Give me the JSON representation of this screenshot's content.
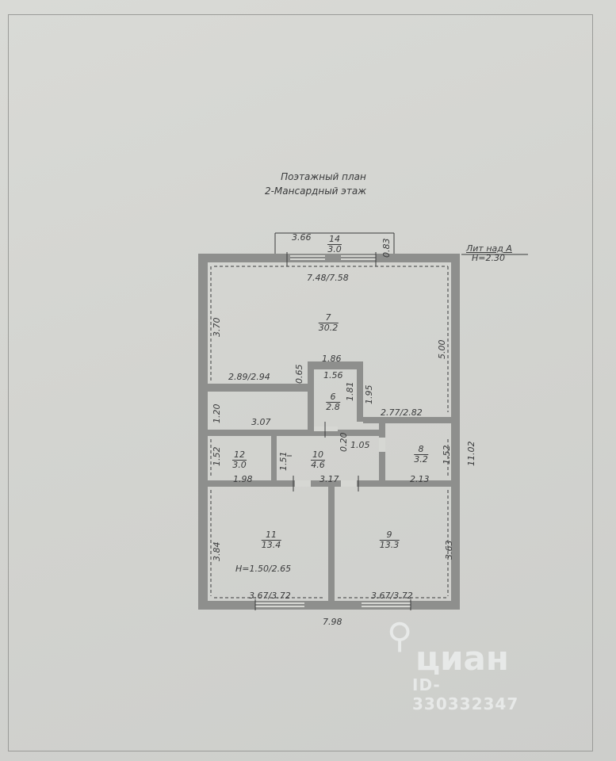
{
  "title": {
    "line1": "Поэтажный план",
    "line2": "2-Мансардный этаж"
  },
  "building": {
    "liter": "Лит над А",
    "height": "H=2.30",
    "overall_length": "7.98",
    "overall_width": "11.02"
  },
  "rooms": [
    {
      "id": "r14",
      "number": "14",
      "area": "3.0"
    },
    {
      "id": "r7",
      "number": "7",
      "area": "30.2"
    },
    {
      "id": "r6",
      "number": "6",
      "area": "2.8"
    },
    {
      "id": "r12",
      "number": "12",
      "area": "3.0"
    },
    {
      "id": "r10",
      "number": "10",
      "area": "4.6"
    },
    {
      "id": "r8",
      "number": "8",
      "area": "3.2"
    },
    {
      "id": "r11",
      "number": "11",
      "area": "13.4"
    },
    {
      "id": "r9",
      "number": "9",
      "area": "13.3"
    }
  ],
  "room11_height": "H=1.50/2.65",
  "dimensions": {
    "balcony_length": "3.66",
    "balcony_depth": "0.83",
    "room7_length": "7.48/7.58",
    "room7_left": "3.70",
    "room7_right": "5.00",
    "room7_lower_left": "2.89/2.94",
    "room6_top": "1.86",
    "room6_inner_top": "1.56",
    "room6_left": "0.65",
    "room6_height": "1.81",
    "room6_right": "1.95",
    "hall_height": "1.20",
    "hall_length": "3.07",
    "hall_right_length": "2.77/2.82",
    "room12_height": "1.52",
    "room12_length": "1.98",
    "room10_left": "1.51",
    "room10_top": "0.20",
    "room10_top_right": "1.05",
    "room10_length": "3.17",
    "room8_height": "1.52",
    "room8_length": "2.13",
    "room11_height_dim": "3.84",
    "room11_length": "3.67/3.72",
    "room9_height_dim": "3.63",
    "room9_length": "3.67/3.72"
  },
  "watermark": {
    "brand": "циан",
    "listing_id": "ID-330332347"
  },
  "colors": {
    "wall": "#8e8f8d",
    "ink": "#3a3b3c",
    "paper": "#d6d7d3"
  }
}
